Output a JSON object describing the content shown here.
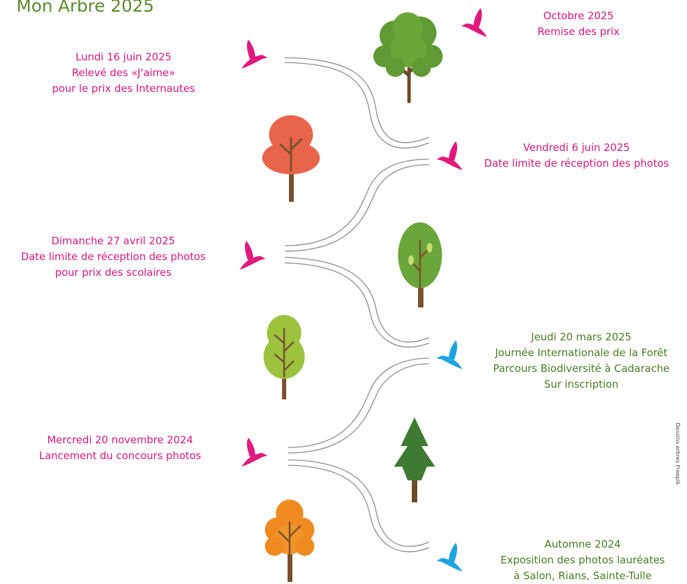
{
  "title": "Mon Arbre 2025",
  "colors": {
    "title": "#5b8a2e",
    "pink_text": "#d6177a",
    "green_text": "#4a7a22",
    "pink_bird": "#e0197d",
    "blue_bird": "#1ea4e0"
  },
  "events": [
    {
      "id": "octobre-2025",
      "side": "right",
      "color": "pink",
      "lines": [
        "Octobre 2025",
        "Remise des prix"
      ]
    },
    {
      "id": "lundi-16-juin-2025",
      "side": "left",
      "color": "pink",
      "lines": [
        "Lundi 16 juin 2025",
        "Relevé des «J'aime»",
        "pour le prix des Internautes"
      ]
    },
    {
      "id": "vendredi-6-juin-2025",
      "side": "right",
      "color": "pink",
      "lines": [
        "Vendredi 6 juin 2025",
        "Date limite de réception des photos"
      ]
    },
    {
      "id": "dimanche-27-avril-2025",
      "side": "left",
      "color": "pink",
      "lines": [
        "Dimanche 27 avril 2025",
        "Date limite de réception des photos",
        "pour prix des scolaires"
      ]
    },
    {
      "id": "jeudi-20-mars-2025",
      "side": "right",
      "color": "green",
      "lines": [
        "Jeudi 20 mars 2025",
        "Journée Internationale de la Forêt",
        "Parcours Biodiversité à Cadarache",
        "Sur inscription"
      ]
    },
    {
      "id": "mercredi-20-novembre-2024",
      "side": "left",
      "color": "pink",
      "lines": [
        "Mercredi 20 novembre 2024",
        "Lancement du concours photos"
      ]
    },
    {
      "id": "automne-2024",
      "side": "right",
      "color": "green",
      "lines": [
        "Automne 2024",
        "Exposition des photos lauréates",
        "à Salon, Rians, Sainte-Tulle"
      ]
    }
  ],
  "birds": [
    {
      "color": "pink",
      "facing": "right"
    },
    {
      "color": "pink",
      "facing": "left"
    },
    {
      "color": "pink",
      "facing": "right"
    },
    {
      "color": "pink",
      "facing": "left"
    },
    {
      "color": "blue",
      "facing": "right"
    },
    {
      "color": "pink",
      "facing": "left"
    },
    {
      "color": "blue",
      "facing": "right"
    }
  ],
  "trees": [
    {
      "kind": "round-green-tree"
    },
    {
      "kind": "red-autumn-tree"
    },
    {
      "kind": "oval-green-tree"
    },
    {
      "kind": "light-green-tree"
    },
    {
      "kind": "fir-tree"
    },
    {
      "kind": "orange-tree"
    }
  ],
  "credit": "Dessins arbres Freepik"
}
